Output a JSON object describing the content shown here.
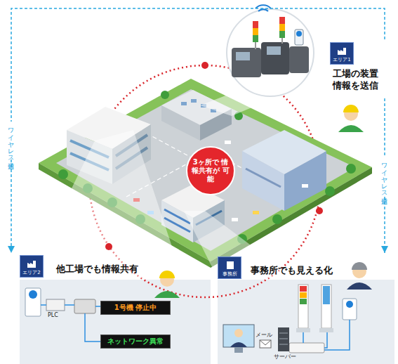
{
  "diagram": {
    "nodes": [
      {
        "text": [
          "エリア1",
          "工場の装置 情報を送信"
        ]
      },
      {
        "text": [
          "3ヶ所で 情報共有が 可能"
        ]
      },
      {
        "text": [
          "エリア2",
          "他工場でも情報共有"
        ]
      },
      {
        "text": [
          "1号機 停止中"
        ],
        "in": 2
      },
      {
        "text": [
          "ネットワーク異常"
        ],
        "in": 2
      },
      {
        "text": [
          "事務所",
          "事務所でも見える化"
        ]
      }
    ],
    "edges": [
      {
        "from": 0,
        "to": 2,
        "arrow": "to",
        "label": "ワイヤレス通信"
      },
      {
        "from": 0,
        "to": 5,
        "arrow": "to",
        "label": "ワイヤレス通信"
      }
    ],
    "labels": [
      "PLC",
      "メール",
      "サーバー"
    ]
  }
}
